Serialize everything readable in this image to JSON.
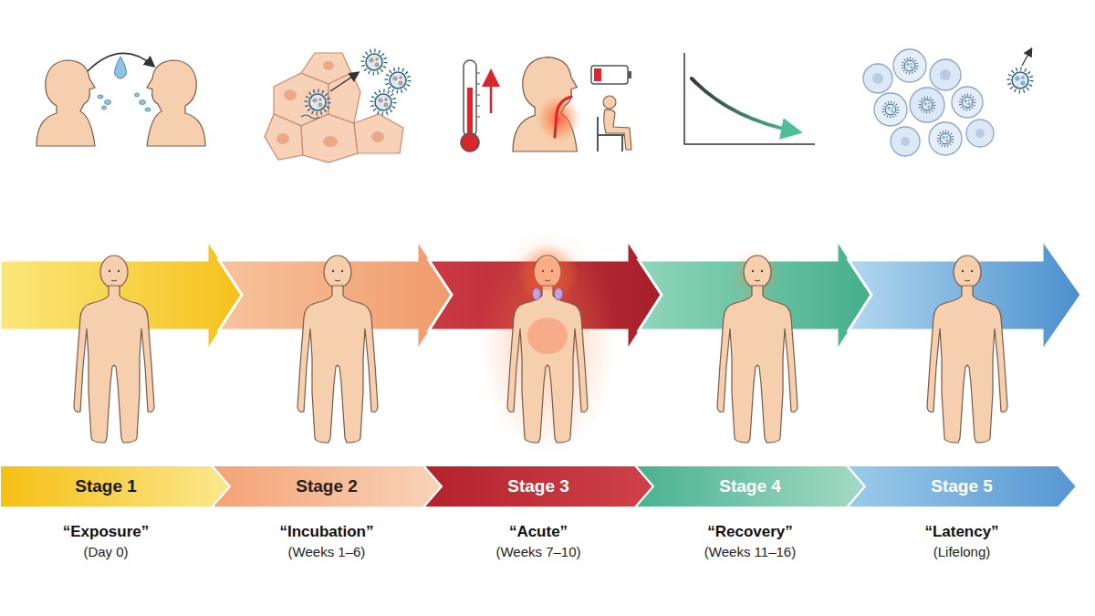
{
  "diagram": {
    "nodes": [
      {
        "text": [
          "Stage 1",
          "“Exposure”",
          "(Day 0)"
        ]
      },
      {
        "text": [
          "Stage 2",
          "“Incubation”",
          "(Weeks 1–6)"
        ]
      },
      {
        "text": [
          "Stage 3",
          "“Acute”",
          "(Weeks 7–10)"
        ]
      },
      {
        "text": [
          "Stage 4",
          "“Recovery”",
          "(Weeks 11–16)"
        ]
      },
      {
        "text": [
          "Stage 5",
          "“Latency”",
          "(Lifelong)"
        ]
      }
    ]
  }
}
